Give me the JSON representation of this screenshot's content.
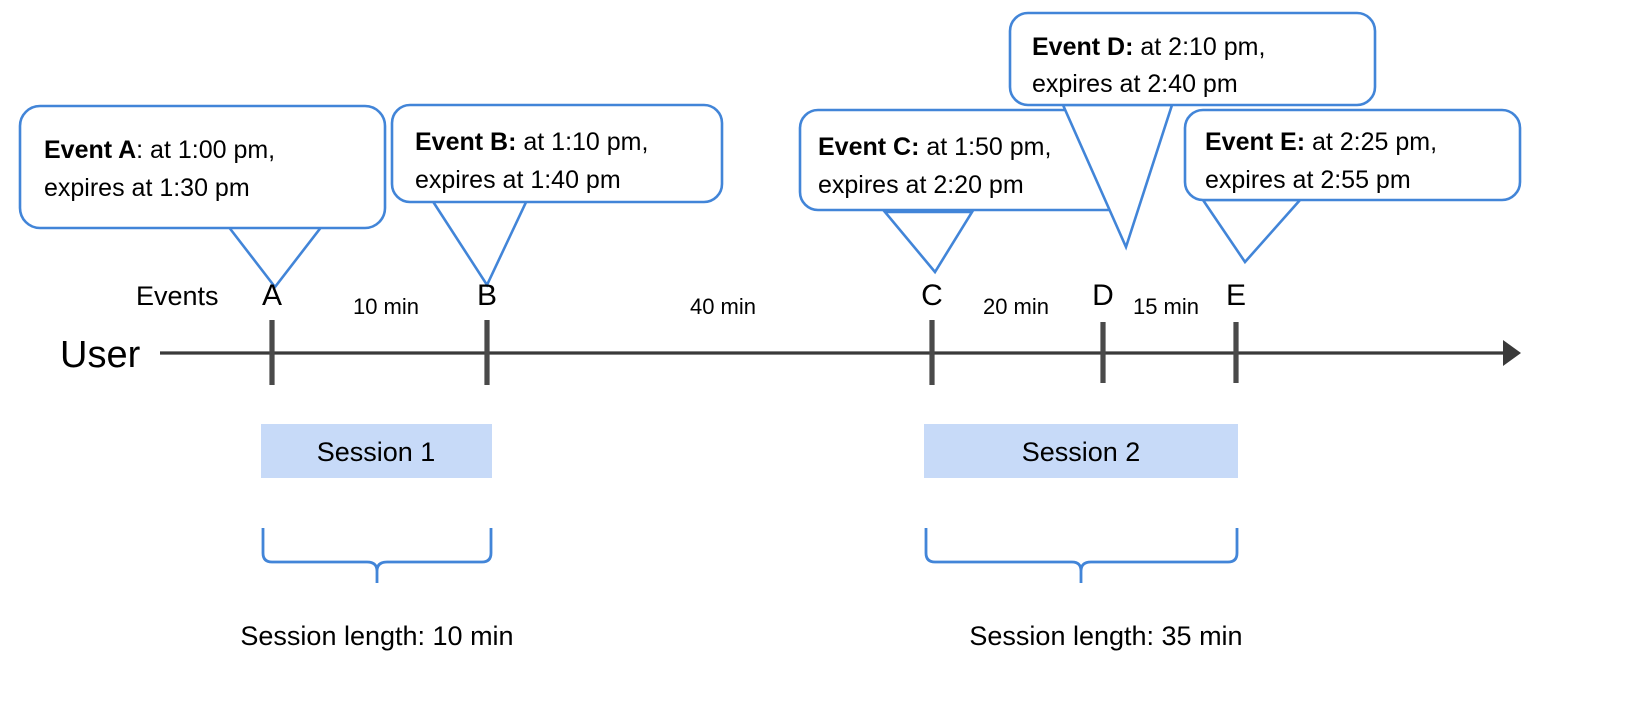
{
  "diagram": {
    "title_present": false,
    "lane_label": "User",
    "events_label": "Events",
    "accent_color": "#4285d8",
    "session_fill": "#c7daf8",
    "axis_color": "#3a3a3a"
  },
  "callouts": [
    {
      "id": "A",
      "lead": "Event A",
      "separator": ":",
      "line1_rest": " at 1:00 pm,",
      "line2": "expires at 1:30 pm",
      "full_text": "Event A: at 1:00 pm, expires at 1:30 pm",
      "start_time": "1:00 pm",
      "expires_time": "1:30 pm",
      "bold_separator": false
    },
    {
      "id": "B",
      "lead": "Event B",
      "separator": ":",
      "line1_rest": " at 1:10 pm,",
      "line2": "expires at 1:40 pm",
      "full_text": "Event B: at 1:10 pm, expires at 1:40 pm",
      "start_time": "1:10 pm",
      "expires_time": "1:40 pm",
      "bold_separator": true
    },
    {
      "id": "C",
      "lead": "Event C",
      "separator": ":",
      "line1_rest": " at 1:50 pm,",
      "line2": "expires at 2:20 pm",
      "full_text": "Event C: at 1:50 pm, expires at 2:20 pm",
      "start_time": "1:50 pm",
      "expires_time": "2:20 pm",
      "bold_separator": true
    },
    {
      "id": "D",
      "lead": "Event D",
      "separator": ":",
      "line1_rest": " at 2:10 pm,",
      "line2": "expires at 2:40 pm",
      "full_text": "Event D: at 2:10 pm, expires at 2:40 pm",
      "start_time": "2:10 pm",
      "expires_time": "2:40 pm",
      "bold_separator": true
    },
    {
      "id": "E",
      "lead": "Event E",
      "separator": ":",
      "line1_rest": " at 2:25 pm,",
      "line2": "expires at 2:55 pm",
      "full_text": "Event E: at 2:25 pm, expires at 2:55 pm",
      "start_time": "2:25 pm",
      "expires_time": "2:55 pm",
      "bold_separator": true
    }
  ],
  "timeline": {
    "ticks": [
      {
        "letter": "A",
        "time": "1:00 pm"
      },
      {
        "letter": "B",
        "time": "1:10 pm"
      },
      {
        "letter": "C",
        "time": "1:50 pm"
      },
      {
        "letter": "D",
        "time": "2:10 pm"
      },
      {
        "letter": "E",
        "time": "2:25 pm"
      }
    ],
    "intervals": [
      {
        "between": "A-B",
        "label": "10 min",
        "minutes": 10
      },
      {
        "between": "B-C",
        "label": "40 min",
        "minutes": 40
      },
      {
        "between": "C-D",
        "label": "20 min",
        "minutes": 20
      },
      {
        "between": "D-E",
        "label": "15 min",
        "minutes": 15
      }
    ]
  },
  "sessions": [
    {
      "name": "Session 1",
      "length_label": "Session length: 10 min",
      "length_minutes": 10,
      "events": [
        "A",
        "B"
      ]
    },
    {
      "name": "Session 2",
      "length_label": "Session length: 35 min",
      "length_minutes": 35,
      "events": [
        "C",
        "D",
        "E"
      ]
    }
  ]
}
